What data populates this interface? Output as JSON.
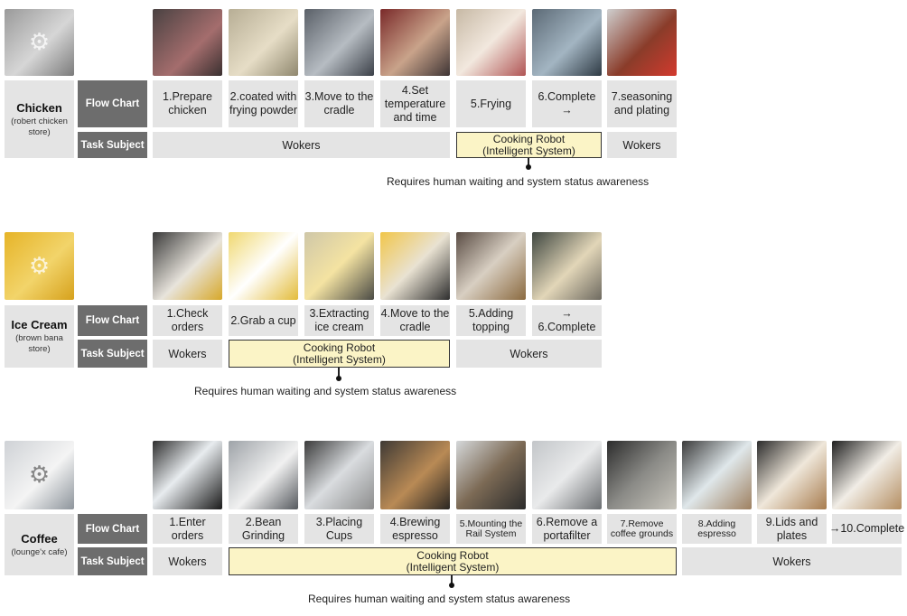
{
  "labels": {
    "flow_chart": "Flow Chart",
    "task_subject": "Task Subject"
  },
  "note": "Requires human waiting and system status awareness",
  "robot": {
    "line1": "Cooking Robot",
    "line2": "(Intelligent System)"
  },
  "workers": "Wokers",
  "chicken": {
    "name": "Chicken",
    "place": "(robert chicken store)",
    "steps": [
      "1.Prepare chicken",
      "2.coated with frying powder",
      "3.Move to the cradle",
      "4.Set temperature and time",
      "5.Frying",
      "6.Complete →",
      "7.seasoning and plating"
    ]
  },
  "icecream": {
    "name": "Ice Cream",
    "place": "(brown bana store)",
    "steps": [
      "1.Check orders",
      "2.Grab a cup",
      "3.Extracting ice cream",
      "4.Move to the cradle",
      "5.Adding topping",
      "→ 6.Complete"
    ]
  },
  "coffee": {
    "name": "Coffee",
    "place": "(lounge'x cafe)",
    "steps": [
      "1.Enter orders",
      "2.Bean Grinding",
      "3.Placing Cups",
      "4.Brewing espresso",
      "5.Mounting the Rail System",
      "6.Remove a portafilter",
      "7.Remove coffee grounds",
      "8.Adding espresso",
      "9.Lids and plates",
      "→10.Complete"
    ]
  },
  "photo_icons": [
    "robot-arm-photo",
    "worker-photo",
    "food-photo",
    "machine-photo"
  ]
}
